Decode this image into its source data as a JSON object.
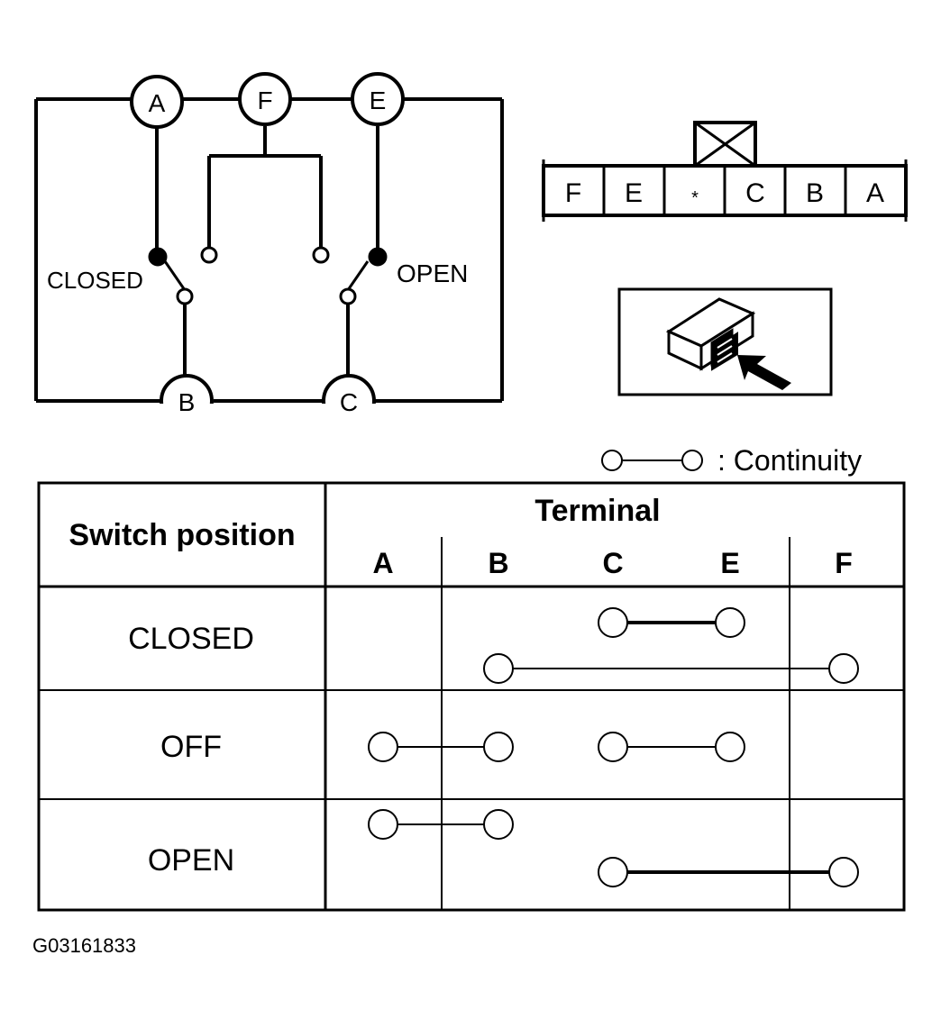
{
  "schematic": {
    "terminals": [
      "A",
      "F",
      "E",
      "B",
      "C"
    ],
    "closed_label": "CLOSED",
    "open_label": "OPEN"
  },
  "connector": {
    "cells": [
      "F",
      "E",
      "*",
      "C",
      "B",
      "A"
    ]
  },
  "legend": {
    "text": ": Continuity"
  },
  "table": {
    "header_switch": "Switch position",
    "header_terminal": "Terminal",
    "columns": [
      "A",
      "B",
      "C",
      "E",
      "F"
    ],
    "rows": [
      {
        "label": "CLOSED",
        "continuity": [
          [
            "C",
            "E"
          ],
          [
            "B",
            "F"
          ]
        ]
      },
      {
        "label": "OFF",
        "continuity": [
          [
            "A",
            "B"
          ],
          [
            "C",
            "E"
          ]
        ]
      },
      {
        "label": "OPEN",
        "continuity": [
          [
            "A",
            "B"
          ],
          [
            "C",
            "F"
          ]
        ]
      }
    ]
  },
  "figure_id": "G03161833"
}
